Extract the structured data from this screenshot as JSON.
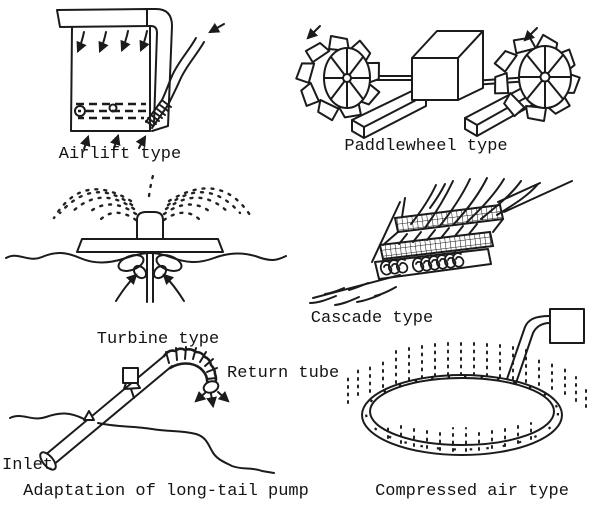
{
  "figure": {
    "background": "#ffffff",
    "ink_color": "#1b1b1b",
    "captions": {
      "airlift": "Airlift type",
      "paddlewheel": "Paddlewheel type",
      "turbine": "Turbine type",
      "cascade": "Cascade type",
      "longtail": "Adaptation of long-tail pump",
      "compressed_air": "Compressed air type"
    },
    "annotations": {
      "inlet": "Inlet",
      "return_tube": "Return tube"
    },
    "drawings": [
      "airlift-aerator-tank-with-air-hose",
      "paddlewheel-aerator-two-wheels-motor-floats",
      "turbine-aerator-float-with-spray-and-propeller",
      "cascade-aerator-stepped-screens",
      "long-tail-pump-adaptation-with-return-tube",
      "compressed-air-ring-diffuser-with-compressor"
    ]
  }
}
